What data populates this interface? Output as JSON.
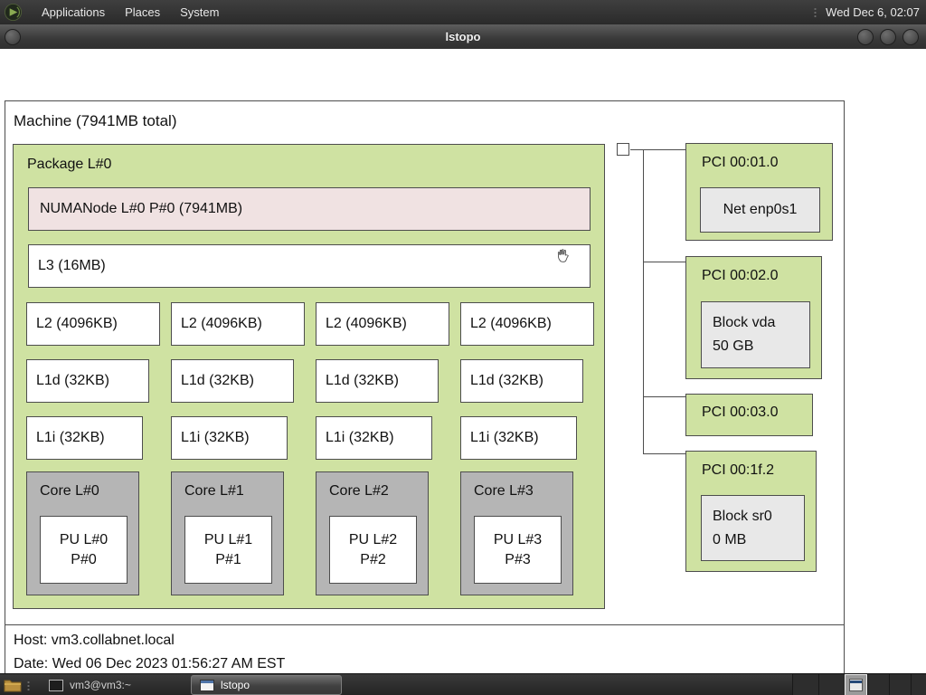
{
  "menubar": {
    "items": [
      {
        "label": "Applications"
      },
      {
        "label": "Places"
      },
      {
        "label": "System"
      }
    ],
    "clock": "Wed Dec 6, 02:07"
  },
  "titlebar": {
    "title": "lstopo"
  },
  "machine": {
    "label": "Machine (7941MB total)"
  },
  "package": {
    "label": "Package L#0",
    "numanode": {
      "label": "NUMANode L#0 P#0 (7941MB)"
    },
    "l3": {
      "label": "L3 (16MB)"
    },
    "l2": [
      {
        "label": "L2 (4096KB)"
      },
      {
        "label": "L2 (4096KB)"
      },
      {
        "label": "L2 (4096KB)"
      },
      {
        "label": "L2 (4096KB)"
      }
    ],
    "l1d": [
      {
        "label": "L1d (32KB)"
      },
      {
        "label": "L1d (32KB)"
      },
      {
        "label": "L1d (32KB)"
      },
      {
        "label": "L1d (32KB)"
      }
    ],
    "l1i": [
      {
        "label": "L1i (32KB)"
      },
      {
        "label": "L1i (32KB)"
      },
      {
        "label": "L1i (32KB)"
      },
      {
        "label": "L1i (32KB)"
      }
    ],
    "cores": [
      {
        "label": "Core L#0",
        "pu": "PU L#0",
        "p": "P#0"
      },
      {
        "label": "Core L#1",
        "pu": "PU L#1",
        "p": "P#1"
      },
      {
        "label": "Core L#2",
        "pu": "PU L#2",
        "p": "P#2"
      },
      {
        "label": "Core L#3",
        "pu": "PU L#3",
        "p": "P#3"
      }
    ]
  },
  "pci": [
    {
      "label": "PCI 00:01.0",
      "device": {
        "line1": "Net enp0s1",
        "line2": ""
      }
    },
    {
      "label": "PCI 00:02.0",
      "device": {
        "line1": "Block vda",
        "line2": "50 GB"
      }
    },
    {
      "label": "PCI 00:03.0"
    },
    {
      "label": "PCI 00:1f.2",
      "device": {
        "line1": "Block sr0",
        "line2": "0 MB"
      }
    }
  ],
  "legend": {
    "host": "Host: vm3.collabnet.local",
    "date": "Date: Wed 06 Dec 2023 01:56:27 AM EST"
  },
  "taskbar": {
    "tasks": [
      {
        "label": "vm3@vm3:~"
      },
      {
        "label": "lstopo"
      }
    ]
  },
  "icons": {
    "distro_logo": "green-play-circle",
    "terminal": "terminal-window",
    "active_window": "window-with-blue-titlebar",
    "folder": "folder",
    "cursor": "open-hand-grab"
  },
  "colors": {
    "box_green": "#cfe2a2",
    "numa_pink": "#f0e2e2",
    "core_gray": "#b5b5b5",
    "device_gray": "#e8e8e8",
    "diagram_border": "#4d4d4d",
    "panel_dark": "#2f2f2f"
  }
}
